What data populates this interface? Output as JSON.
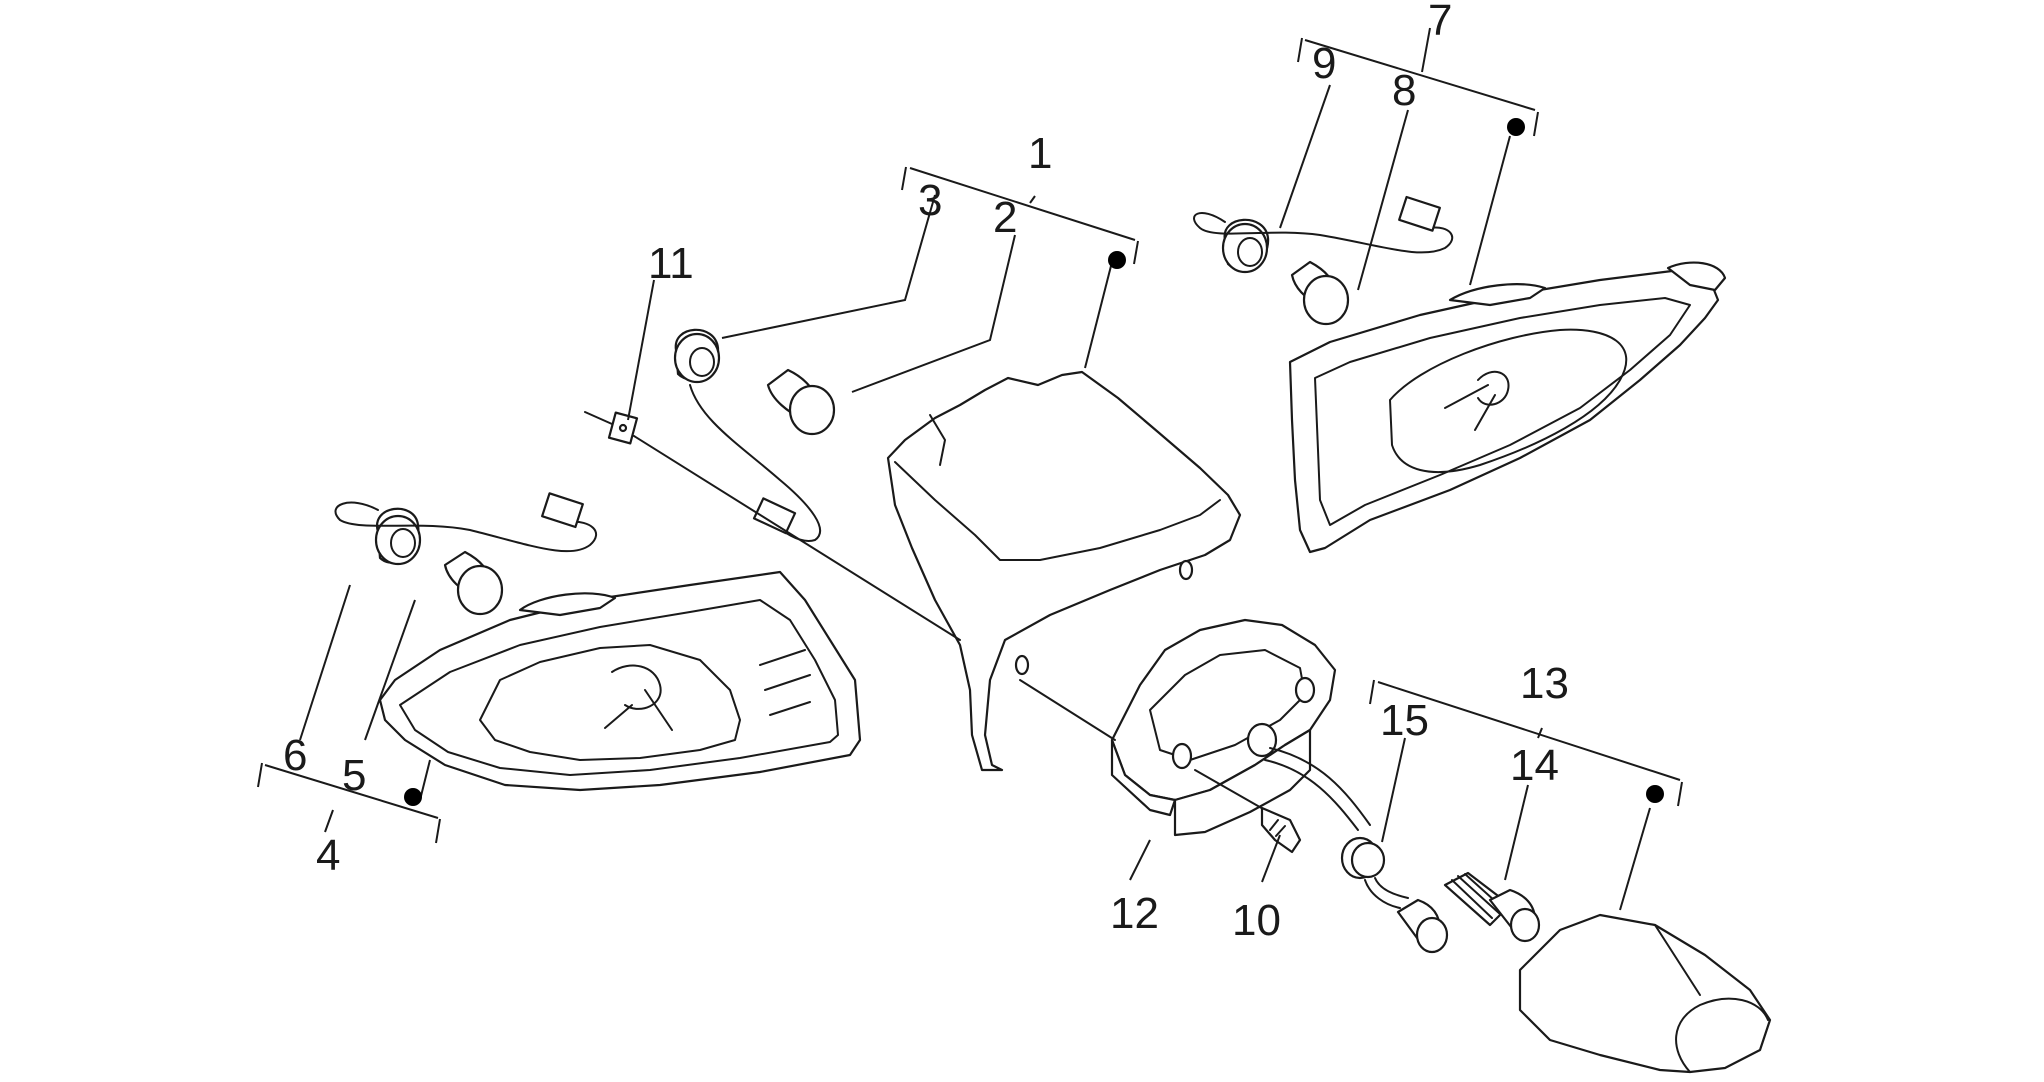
{
  "diagram": {
    "colors": {
      "line": "#1a1a1a",
      "background": "#ffffff",
      "dot": "#000000"
    },
    "callouts": {
      "n1": "1",
      "n2": "2",
      "n3": "3",
      "n4": "4",
      "n5": "5",
      "n6": "6",
      "n7": "7",
      "n8": "8",
      "n9": "9",
      "n10": "10",
      "n11": "11",
      "n12": "12",
      "n13": "13",
      "n14": "14",
      "n15": "15"
    }
  }
}
